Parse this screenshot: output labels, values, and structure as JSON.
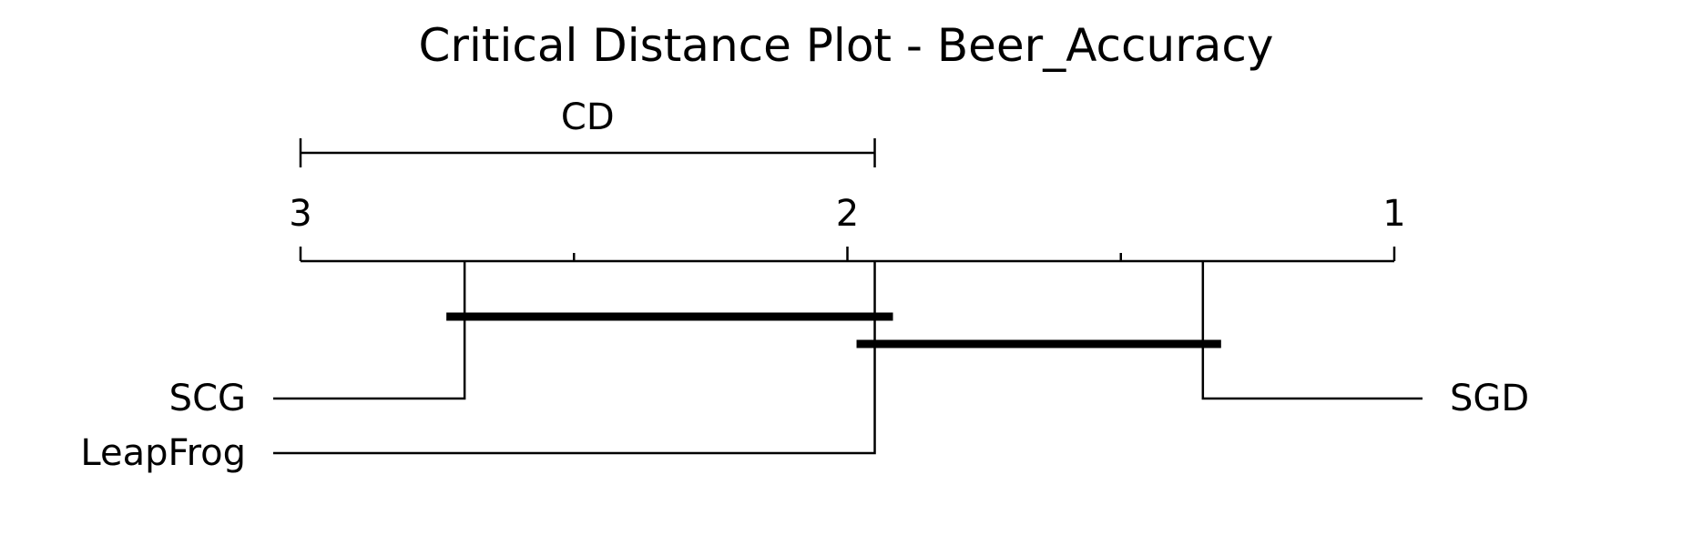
{
  "chart_data": {
    "type": "critical-distance",
    "title": "Critical Distance Plot - Beer_Accuracy",
    "cd_label": "CD",
    "cd_value": 1.05,
    "axis": {
      "range": [
        3,
        1
      ],
      "reversed": true,
      "major_ticks": [
        3,
        2,
        1
      ],
      "major_tick_labels": [
        "3",
        "2",
        "1"
      ],
      "minor_ticks": [
        2.5,
        1.5
      ]
    },
    "methods": [
      {
        "name": "SCG",
        "rank": 2.7,
        "side": "left"
      },
      {
        "name": "LeapFrog",
        "rank": 1.95,
        "side": "left"
      },
      {
        "name": "SGD",
        "rank": 1.35,
        "side": "right"
      }
    ],
    "cliques": [
      {
        "from": 2.7,
        "to": 1.95
      },
      {
        "from": 1.95,
        "to": 1.35
      }
    ],
    "colors": {
      "ink": "#000000",
      "background": "#ffffff"
    }
  }
}
